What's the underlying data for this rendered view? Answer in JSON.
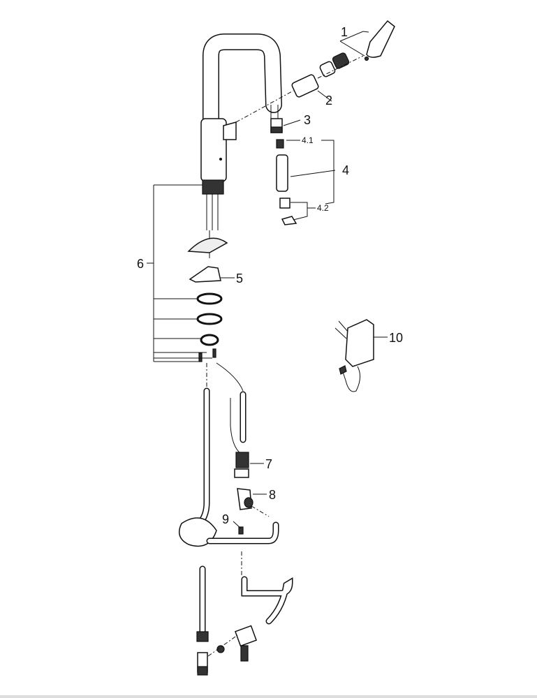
{
  "diagram": {
    "type": "exploded-parts-view",
    "labels": {
      "p1": "1",
      "p2": "2",
      "p3": "3",
      "p4": "4",
      "p4_1": "4.1",
      "p4_2": "4.2",
      "p5": "5",
      "p6": "6",
      "p7": "7",
      "p8": "8",
      "p9": "9",
      "p10": "10"
    }
  }
}
